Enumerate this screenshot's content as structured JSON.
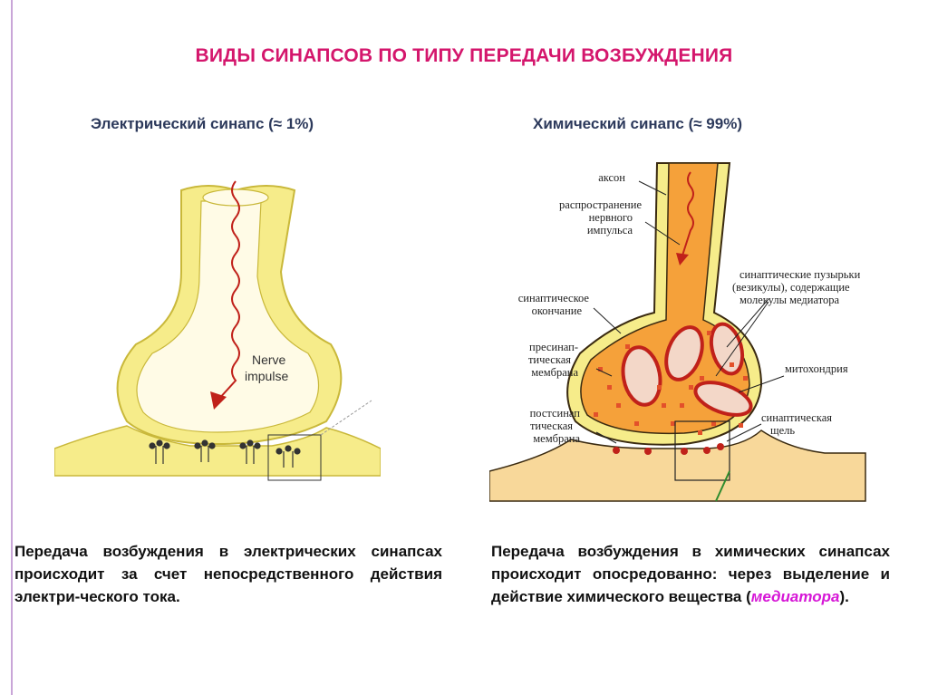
{
  "slide": {
    "title": "ВИДЫ СИНАПСОВ ПО ТИПУ ПЕРЕДАЧИ ВОЗБУЖДЕНИЯ"
  },
  "electrical": {
    "subtitle": "Электрический синапс (≈ 1%)",
    "diagram_label_line1": "Nerve",
    "diagram_label_line2": "impulse",
    "caption": "Передача возбуждения в электрических синапсах происходит за счет непосредственного действия электри-ческого тока."
  },
  "chemical": {
    "subtitle": "Химический синапс (≈  99%)",
    "labels": {
      "axon": "аксон",
      "propagation_1": "распространение",
      "propagation_2": "нервного",
      "propagation_3": "импульса",
      "vesicles_1": "синаптические пузырьки",
      "vesicles_2": "(везикулы), содержащие",
      "vesicles_3": "молекулы медиатора",
      "terminal_1": "синаптическое",
      "terminal_2": "окончание",
      "presyn_1": "пресинап-",
      "presyn_2": "тическая",
      "presyn_3": "мембрана",
      "mito": "митохондрия",
      "postsyn_1": "постсинап",
      "postsyn_2": "тическая",
      "postsyn_3": "мембрана",
      "cleft_1": "синаптическая",
      "cleft_2": "щель"
    },
    "caption_main": "Передача возбуждения в химических синапсах происходит опосредованно: через выделение и действие химического вещества (",
    "caption_highlight": "медиатора",
    "caption_end": ").",
    "highlight_color": "#d616d6"
  },
  "colors": {
    "title": "#d4166c",
    "subtitle": "#2d3a5c",
    "membrane_yellow": "#f6ec8a",
    "axon_orange": "#f5a13a",
    "mitochondria_red": "#c0211a"
  }
}
